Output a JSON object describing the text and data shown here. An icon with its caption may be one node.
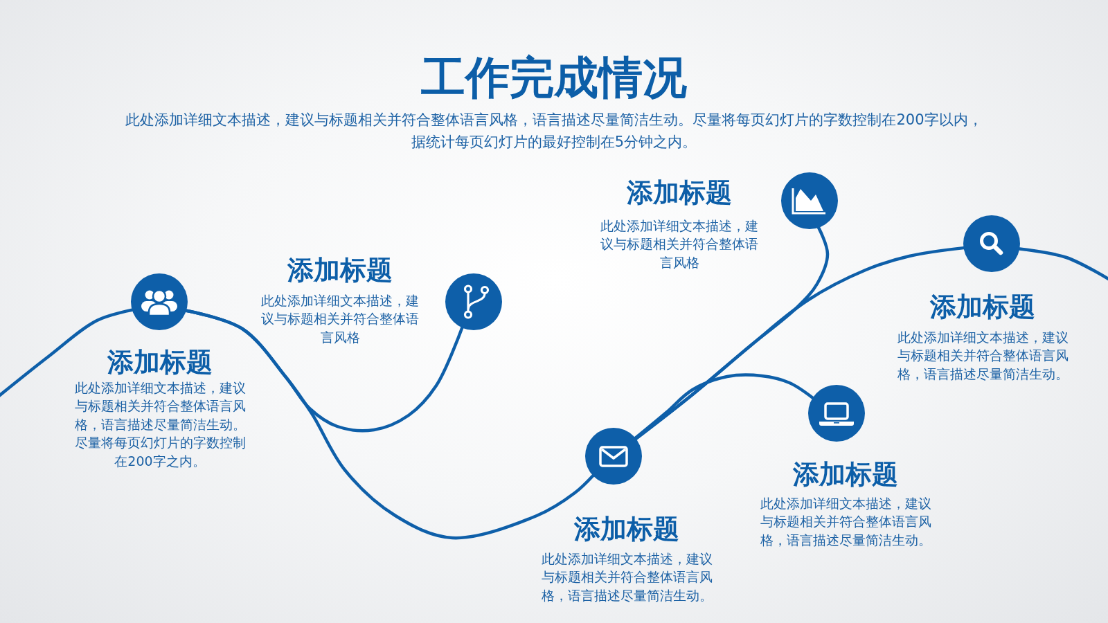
{
  "diagram": {
    "title": "工作完成情况",
    "nodes": [
      {
        "text": [],
        "shape": "circle",
        "beside": [
          "添加标题",
          "此处添加详细文本描述，建议与标题相关并符合整体语言风格，语言描述尽量简洁生动。尽量将每页幻灯片的字数控制在200字之内。"
        ]
      },
      {
        "text": [],
        "shape": "circle",
        "beside": [
          "添加标题",
          "此处添加详细文本描述，建议与标题相关并符合整体语言风格"
        ]
      },
      {
        "text": [],
        "shape": "circle",
        "beside": [
          "添加标题",
          "此处添加详细文本描述，建议与标题相关并符合整体语言风格，语言描述尽量简洁生动。"
        ]
      },
      {
        "text": [],
        "shape": "circle",
        "beside": [
          "添加标题",
          "此处添加详细文本描述，建议与标题相关并符合整体语言风格"
        ]
      },
      {
        "text": [],
        "shape": "circle",
        "beside": [
          "添加标题",
          "此处添加详细文本描述，建议与标题相关并符合整体语言风格，语言描述尽量简洁生动。"
        ]
      },
      {
        "text": [],
        "shape": "circle",
        "beside": [
          "添加标题",
          "此处添加详细文本描述，建议与标题相关并符合整体语言风格，语言描述尽量简洁生动。"
        ]
      }
    ],
    "edges": [
      {
        "from": null,
        "to": 0,
        "arrow": "none"
      },
      {
        "from": 0,
        "to": 2,
        "arrow": "none"
      },
      {
        "from": 0,
        "to": 1,
        "arrow": "none"
      },
      {
        "from": 2,
        "to": 5,
        "arrow": "none"
      },
      {
        "from": 2,
        "to": 3,
        "arrow": "none"
      },
      {
        "from": 2,
        "to": 4,
        "arrow": "none"
      },
      {
        "from": 5,
        "to": null,
        "arrow": "none"
      }
    ],
    "labels": [
      "此处添加详细文本描述，建议与标题相关并符合整体语言风格，语言描述尽量简洁生动。尽量将每页幻灯片的字数控制在200字以内，据统计每页幻灯片的最好控制在5分钟之内。"
    ]
  }
}
